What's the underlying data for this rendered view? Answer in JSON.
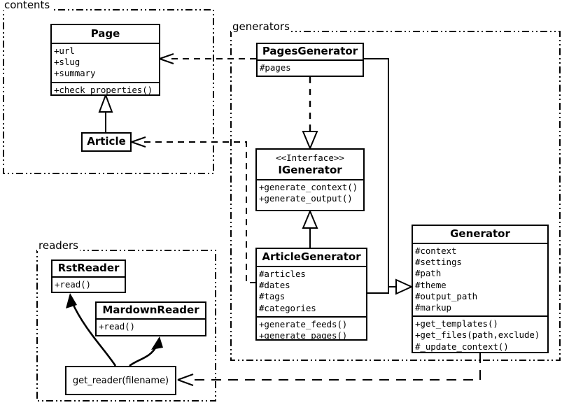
{
  "diagram": {
    "kind": "uml-class-diagram",
    "packages": [
      {
        "id": "contents",
        "label": "contents"
      },
      {
        "id": "generators",
        "label": "generators"
      },
      {
        "id": "readers",
        "label": "readers"
      }
    ],
    "classes": [
      {
        "id": "page",
        "name": "Page",
        "stereotype": "",
        "attributes": [
          "+url",
          "+slug",
          "+summary"
        ],
        "methods": [
          "+check_properties()"
        ]
      },
      {
        "id": "article",
        "name": "Article",
        "stereotype": "",
        "attributes": [],
        "methods": []
      },
      {
        "id": "pagesgenerator",
        "name": "PagesGenerator",
        "stereotype": "",
        "attributes": [
          "#pages"
        ],
        "methods": []
      },
      {
        "id": "igenerator",
        "name": "IGenerator",
        "stereotype": "<<Interface>>",
        "attributes": [],
        "methods": [
          "+generate_context()",
          "+generate_output()"
        ]
      },
      {
        "id": "articlegenerator",
        "name": "ArticleGenerator",
        "stereotype": "",
        "attributes": [
          "#articles",
          "#dates",
          "#tags",
          "#categories"
        ],
        "methods": [
          "+generate_feeds()",
          "+generate_pages()"
        ]
      },
      {
        "id": "generator",
        "name": "Generator",
        "stereotype": "",
        "attributes": [
          "#context",
          "#settings",
          "#path",
          "#theme",
          "#output_path",
          "#markup"
        ],
        "methods": [
          "+get_templates()",
          "+get_files(path,exclude)",
          "#_update_context()"
        ]
      },
      {
        "id": "rstreader",
        "name": "RstReader",
        "stereotype": "",
        "attributes": [],
        "methods": [
          "+read()"
        ]
      },
      {
        "id": "mardownreader",
        "name": "MardownReader",
        "stereotype": "",
        "attributes": [],
        "methods": [
          "+read()"
        ]
      }
    ],
    "functions": [
      {
        "id": "get_reader",
        "label": "get_reader(filename)"
      }
    ],
    "relationships": [
      {
        "from": "pagesgenerator",
        "to": "page",
        "type": "dependency",
        "style": "dashed-open-arrow"
      },
      {
        "from": "articlegenerator",
        "to": "article",
        "type": "dependency",
        "style": "dashed-open-arrow"
      },
      {
        "from": "pagesgenerator",
        "to": "igenerator",
        "type": "realization",
        "style": "dashed-hollow-triangle"
      },
      {
        "from": "articlegenerator",
        "to": "igenerator",
        "type": "realization",
        "style": "solid-hollow-triangle"
      },
      {
        "from": "article",
        "to": "page",
        "type": "generalization",
        "style": "solid-hollow-triangle"
      },
      {
        "from": "pagesgenerator",
        "to": "generator",
        "type": "generalization",
        "style": "solid-hollow-triangle"
      },
      {
        "from": "articlegenerator",
        "to": "generator",
        "type": "generalization",
        "style": "solid-hollow-triangle"
      },
      {
        "from": "generator",
        "to": "get_reader",
        "type": "dependency",
        "style": "dashed-open-arrow"
      },
      {
        "from": "get_reader",
        "to": "rstreader",
        "type": "creates",
        "style": "curved-solid-arrow"
      },
      {
        "from": "get_reader",
        "to": "mardownreader",
        "type": "creates",
        "style": "curved-solid-arrow"
      }
    ],
    "colors": {
      "line": "#000000",
      "fill": "#ffffff",
      "text": "#000000"
    }
  }
}
